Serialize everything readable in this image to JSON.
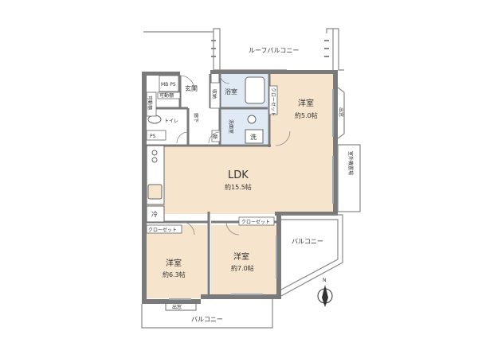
{
  "floor_plan": {
    "outdoor": {
      "roof_balcony": "ルーフバルコニー",
      "balcony_right": "バルコニー",
      "balcony_bottom": "バルコニー",
      "outdoor_unit_space": "室外機置場"
    },
    "rooms": {
      "ldk": {
        "name": "LDK",
        "size": "約15.5帖"
      },
      "western_ne": {
        "name": "洋室",
        "size": "約5.0帖"
      },
      "western_sw": {
        "name": "洋室",
        "size": "約6.3帖"
      },
      "western_s": {
        "name": "洋室",
        "size": "約7.0帖"
      }
    },
    "labels": {
      "entrance": "玄関",
      "storage": "収納",
      "bathroom": "浴室",
      "washroom": "洗面室",
      "washing_machine": "洗",
      "shelf": "棚",
      "corridor": "廊下",
      "toilet": "トイレ",
      "mb_ps": "MB PS",
      "ps": "PS",
      "movable_shelf_1": "可動棚",
      "movable_shelf_2": "可動棚",
      "closet_1": "クローゼット",
      "closet_2": "クローゼット",
      "closet_ne": "クローゼット",
      "bay_window_1": "出窓",
      "bay_window_2": "出窓",
      "refrigerator": "冷"
    },
    "compass": "N",
    "colors": {
      "wall": "#7a7a7a",
      "ldk_floor": "#f6e4cc",
      "room_floor": "#f6e4cc",
      "wet_area": "#dfeaf4",
      "closet_floor": "#ffffff",
      "line": "#555555"
    }
  }
}
